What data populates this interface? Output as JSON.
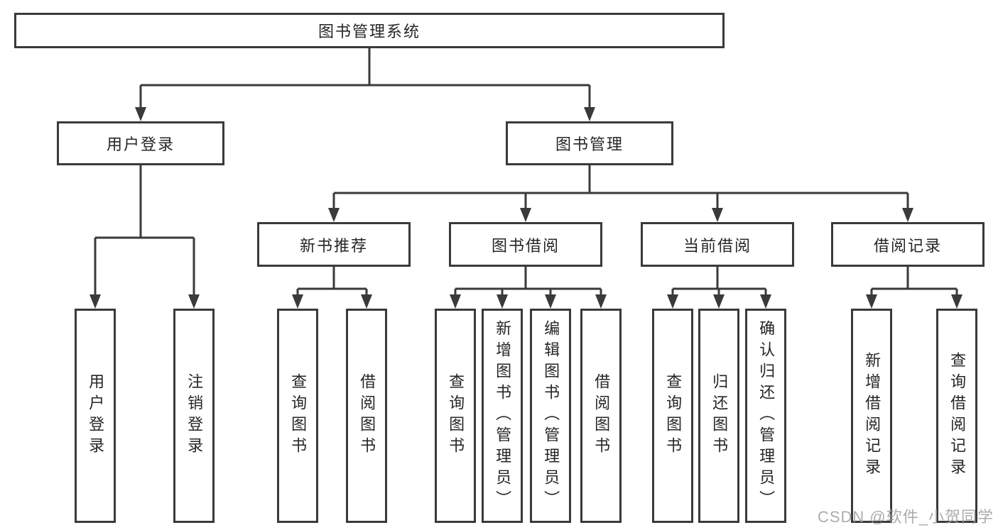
{
  "diagram": {
    "type": "hierarchy-tree",
    "tree": {
      "label": "图书管理系统",
      "children": [
        {
          "label": "用户登录",
          "children": [
            {
              "label": "用户登录"
            },
            {
              "label": "注销登录"
            }
          ]
        },
        {
          "label": "图书管理",
          "children": [
            {
              "label": "新书推荐",
              "children": [
                {
                  "label": "查询图书"
                },
                {
                  "label": "借阅图书"
                }
              ]
            },
            {
              "label": "图书借阅",
              "children": [
                {
                  "label": "查询图书"
                },
                {
                  "label": "新增图书（管理员）"
                },
                {
                  "label": "编辑图书（管理员）"
                },
                {
                  "label": "借阅图书"
                }
              ]
            },
            {
              "label": "当前借阅",
              "children": [
                {
                  "label": "查询图书"
                },
                {
                  "label": "归还图书"
                },
                {
                  "label": "确认归还（管理员）"
                }
              ]
            },
            {
              "label": "借阅记录",
              "children": [
                {
                  "label": "新增借阅记录"
                },
                {
                  "label": "查询借阅记录"
                }
              ]
            }
          ]
        }
      ]
    },
    "watermark": "CSDN @软件_小贺同学",
    "colors": {
      "line": "#3a3a3a",
      "border": "#3a3a3a",
      "text": "#262626",
      "watermark": "#9e9e9e",
      "background": "#ffffff"
    }
  }
}
